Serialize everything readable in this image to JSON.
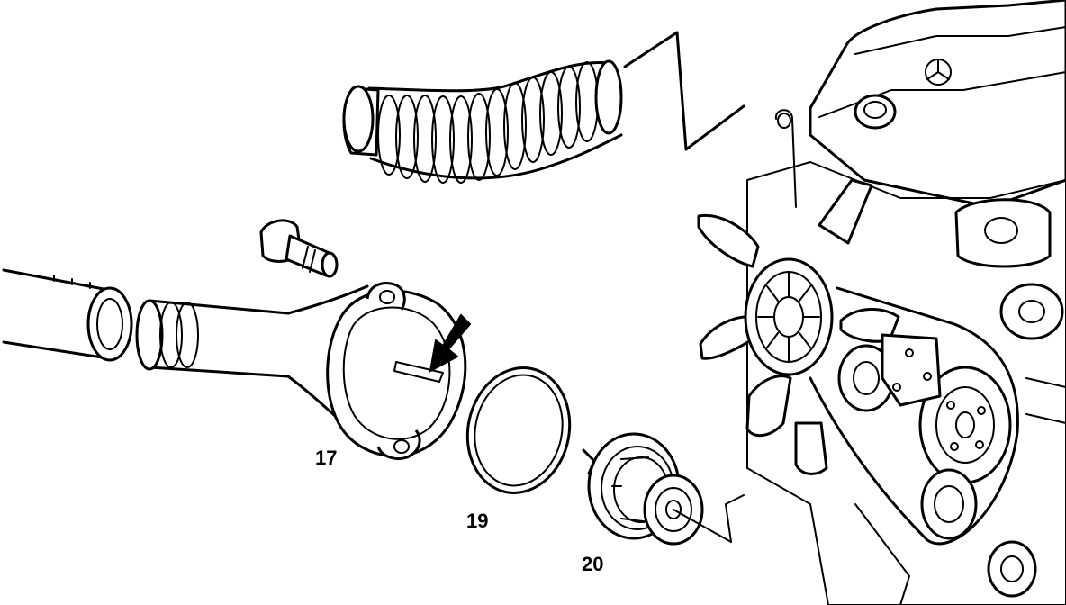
{
  "diagram": {
    "labels": {
      "housing": "17",
      "seal_ring": "19",
      "thermostat": "20"
    }
  }
}
